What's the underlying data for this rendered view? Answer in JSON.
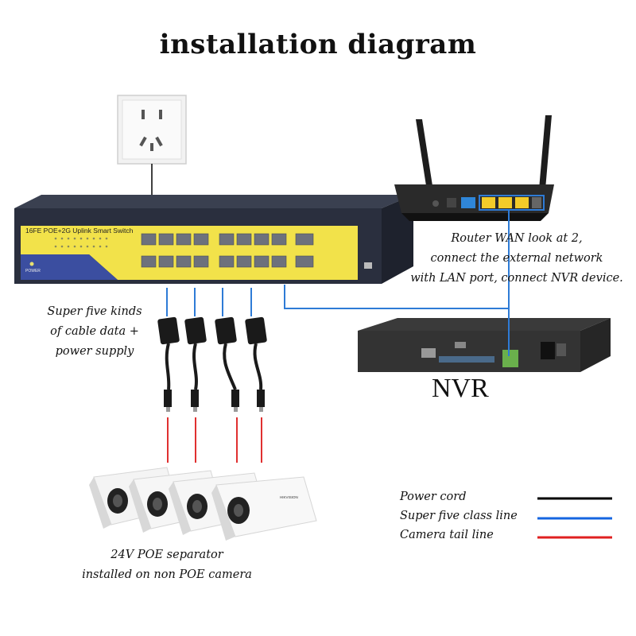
{
  "title": "installation diagram",
  "switch": {
    "model_label": "16FE POE+2G Uplink Smart Switch",
    "power_label": "POWER"
  },
  "router_note": [
    "Router WAN look at 2,",
    "connect the external network",
    "with LAN port, connect NVR device."
  ],
  "nvr": {
    "label": "NVR"
  },
  "separator_note": [
    "Super five kinds",
    "of cable data +",
    "power supply"
  ],
  "camera": {
    "brand": "HIKVISION"
  },
  "camera_note": [
    "24V POE separator",
    "installed on non POE camera"
  ],
  "legend": [
    {
      "label": "Power cord",
      "color": "#000000"
    },
    {
      "label": "Super five class line",
      "color": "#1565e0"
    },
    {
      "label": "Camera tail line",
      "color": "#e02020"
    }
  ],
  "colors": {
    "network_cable": "#2e7bd6",
    "camera_tail": "#e03030",
    "power_cord": "#000000",
    "switch_body": "#2a2f3e",
    "switch_panel": "#f2e24a"
  }
}
